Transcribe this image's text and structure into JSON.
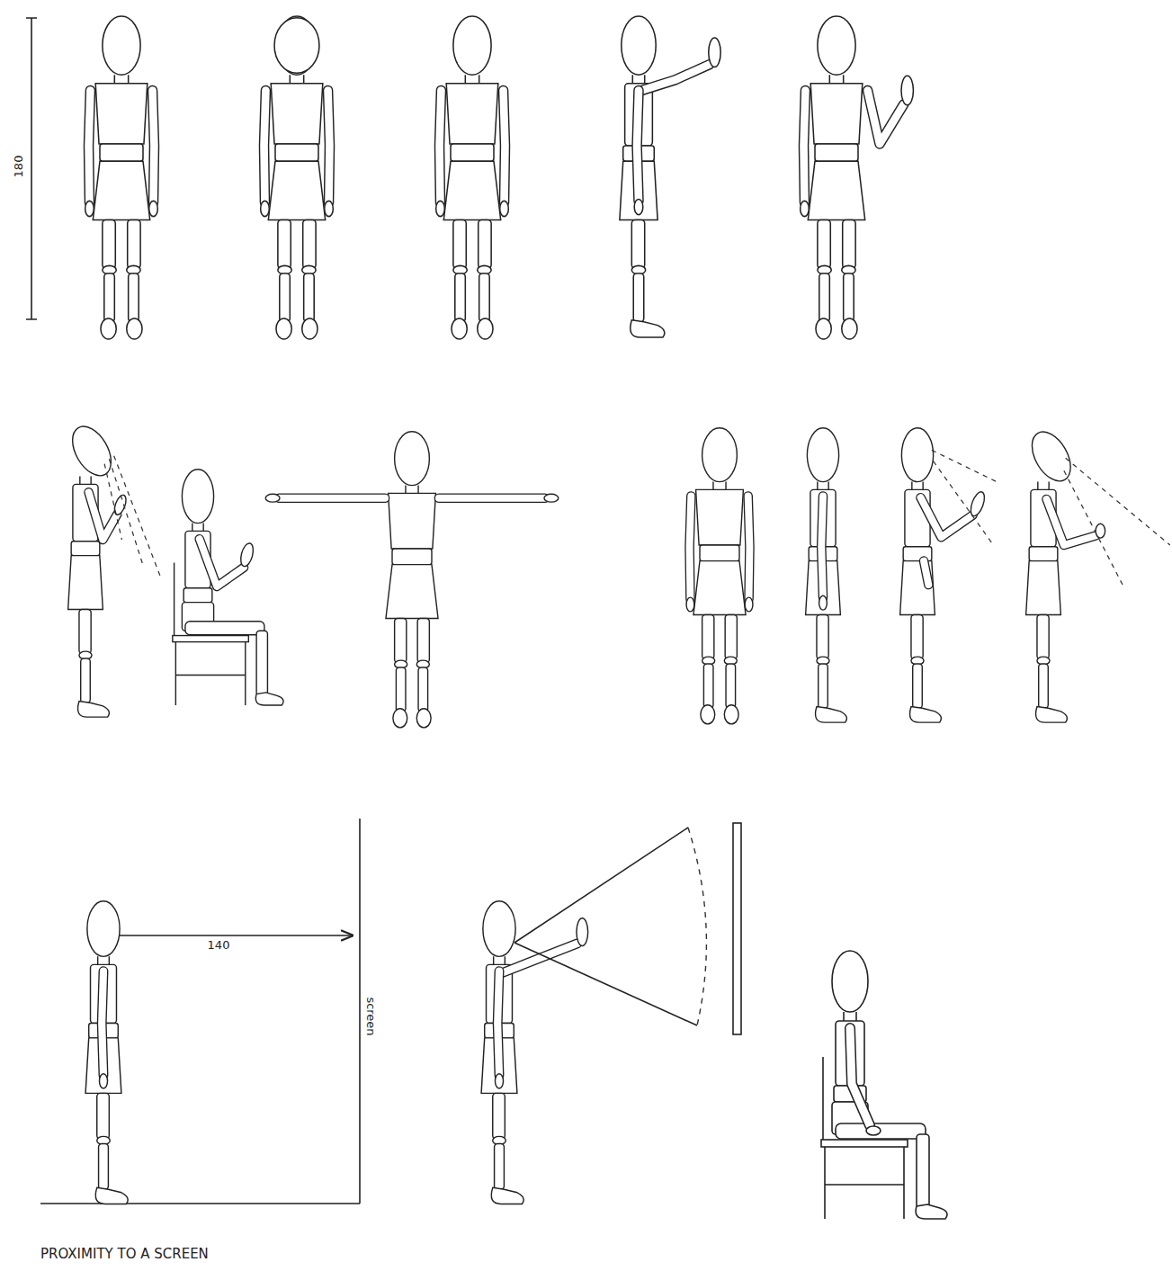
{
  "diagram": {
    "caption": "PROXIMITY TO A SCREEN",
    "labels": [
      "180",
      "140",
      "screen"
    ]
  }
}
